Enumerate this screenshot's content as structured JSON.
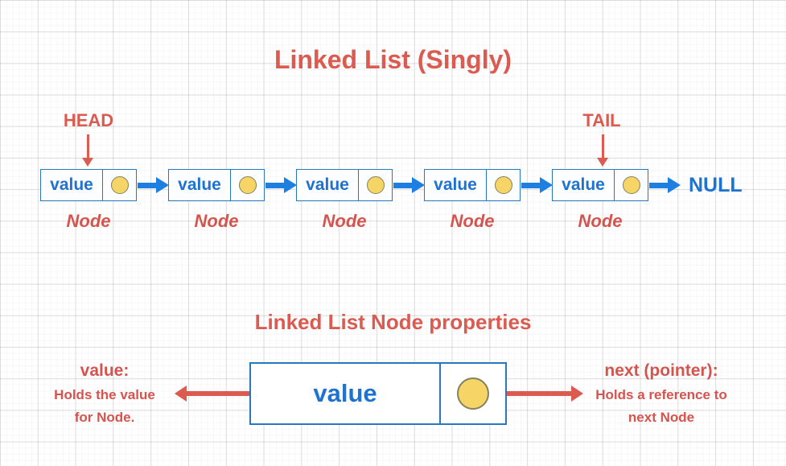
{
  "page": {
    "title": "Linked List (Singly)"
  },
  "list": {
    "head_label": "HEAD",
    "tail_label": "TAIL",
    "null_label": "NULL",
    "nodes": [
      {
        "value": "value",
        "label": "Node"
      },
      {
        "value": "value",
        "label": "Node"
      },
      {
        "value": "value",
        "label": "Node"
      },
      {
        "value": "value",
        "label": "Node"
      },
      {
        "value": "value",
        "label": "Node"
      }
    ]
  },
  "properties_section": {
    "title": "Linked List Node properties",
    "node": {
      "value": "value"
    },
    "value_annotation": {
      "heading": "value:",
      "line1": "Holds the value",
      "line2": "for Node."
    },
    "next_annotation": {
      "heading": "next (pointer):",
      "line1": "Holds a reference to",
      "line2": "next Node"
    }
  },
  "colors": {
    "accent_red": "#DB5B51",
    "text_blue": "#1E73D2",
    "arrow_blue": "#1E7FE3",
    "node_border_blue": "#2878C0",
    "dot_fill_yellow": "#F6D566",
    "dot_border_olive": "#82825F",
    "grid_line": "#DDDDDD"
  }
}
